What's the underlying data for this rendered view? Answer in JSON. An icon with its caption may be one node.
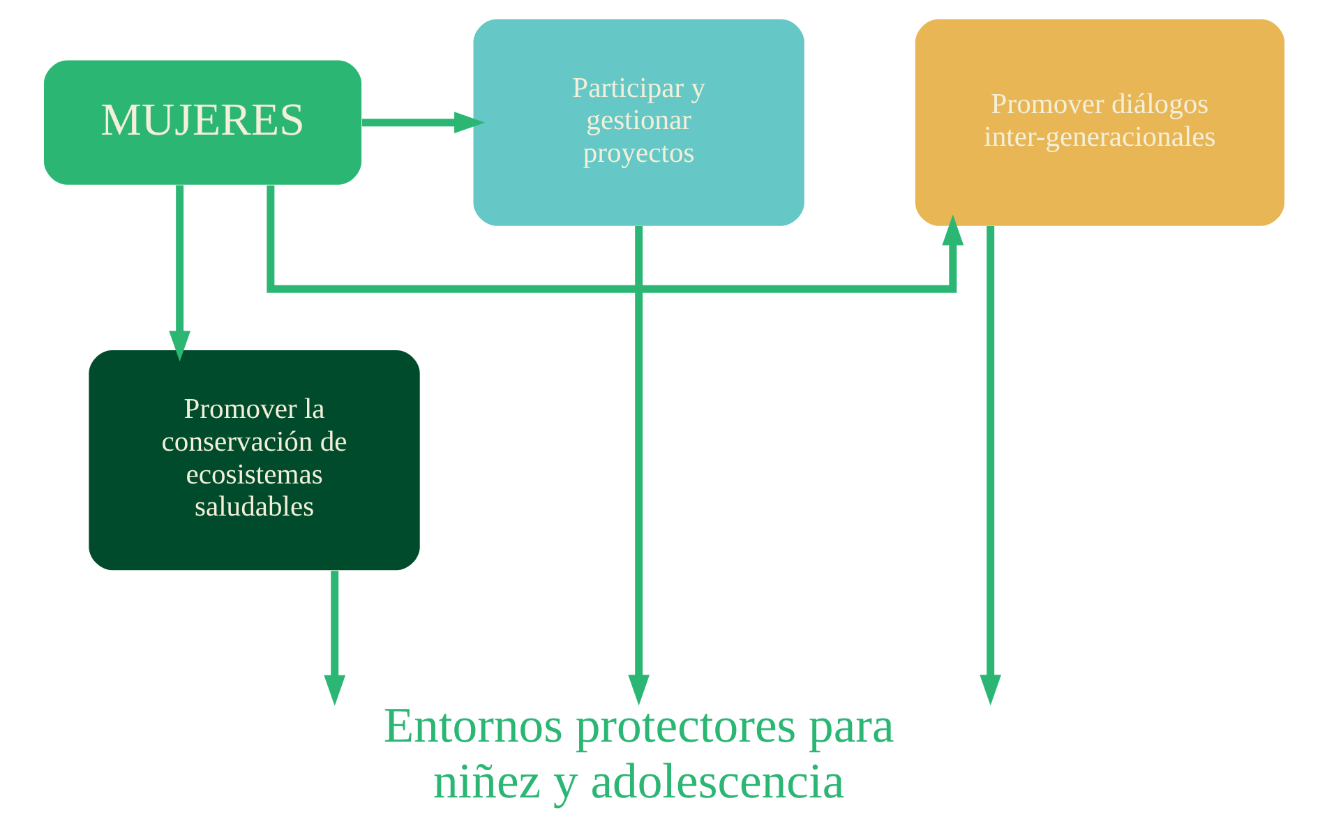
{
  "diagram": {
    "nodes": [
      {
        "text": [
          "Entornos protectores para niñez y adolescencia"
        ]
      },
      {
        "text": [
          "Promover la conservación de ecosistemas saludables"
        ]
      },
      {
        "text": [
          "Promover diálogos inter-generacionales"
        ]
      },
      {
        "text": [
          "MUJERES"
        ]
      },
      {
        "text": [
          "Participar y gestionar proyectos"
        ]
      }
    ],
    "edges": [
      {
        "from": 1,
        "to": 0,
        "arrow": "to"
      },
      {
        "from": 3,
        "to": 1,
        "arrow": "to"
      },
      {
        "from": 3,
        "to": 2,
        "arrow": "to"
      },
      {
        "from": 3,
        "to": 4,
        "arrow": "to"
      },
      {
        "from": 2,
        "to": 0,
        "arrow": "to"
      },
      {
        "from": 4,
        "to": 0,
        "arrow": "to"
      }
    ]
  }
}
